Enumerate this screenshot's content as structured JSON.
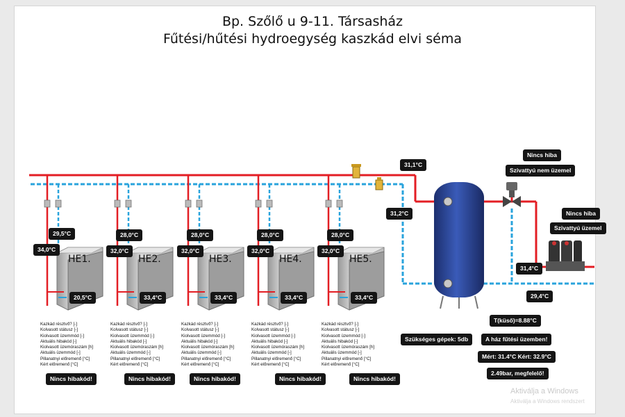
{
  "header": {
    "title_line1": "Bp. Szőlő u 9-11. Társasház",
    "title_line2": "Fűtési/hűtési hydroegység kaszkád elvi séma"
  },
  "colors": {
    "supply": "#e31e24",
    "return": "#29a3dc",
    "tag_bg": "#151515",
    "tank": "#2f4b9c"
  },
  "icons": [
    "valve-icon",
    "dirt-separator-icon",
    "three-way-valve-icon",
    "pump-icon",
    "buffer-tank-icon",
    "heat-pump-unit-icon"
  ],
  "units": [
    {
      "name": "HE1.",
      "supply_temp": "29,5°C",
      "return_temp": "34,0°C",
      "outlet_temp": "20,5°C",
      "status": "Nincs hibakód!"
    },
    {
      "name": "HE2.",
      "supply_temp": "28,0°C",
      "return_temp": "32,0°C",
      "outlet_temp": "33,4°C",
      "status": "Nincs hibakód!"
    },
    {
      "name": "HE3.",
      "supply_temp": "28,0°C",
      "return_temp": "32,0°C",
      "outlet_temp": "33,4°C",
      "status": "Nincs hibakód!"
    },
    {
      "name": "HE4.",
      "supply_temp": "28,0°C",
      "return_temp": "32,0°C",
      "outlet_temp": "33,4°C",
      "status": "Nincs hibakód!"
    },
    {
      "name": "HE5.",
      "supply_temp": "28,0°C",
      "return_temp": "32,0°C",
      "outlet_temp": "33,4°C",
      "status": "Nincs hibakód!"
    }
  ],
  "unit_fields": [
    "Kazkád résztvő? [-]",
    "Kolvasott státusz [-]",
    "Kiolvasott üzemmód [-]",
    "Aktuális hibakód [-]",
    "Kiolvasott üzemóraszám [h]",
    "Aktuális üzemmód [-]",
    "Pillanatnyi előremenő [°C]",
    "Kért előremenő [°C]"
  ],
  "tank": {
    "top_temp": "31,1°C",
    "inlet_temp": "31,2°C"
  },
  "circuit": {
    "pump1": {
      "error": "Nincs hiba",
      "state": "Szivattyú nem üzemel"
    },
    "pump2": {
      "error": "Nincs hiba",
      "state": "Szivattyú üzemel"
    },
    "flow_temp": "31,4°C",
    "return_temp": "29,4°C"
  },
  "summary": {
    "required_machines": "Szükséges gépek: 5db",
    "outdoor_temp": "T(küső)=8.88°C",
    "heating_mode": "A ház fűtési üzemben!",
    "measured_requested": "Mért: 31.4°C Kért: 32.9°C",
    "pressure": "2.49bar, megfelelő!"
  },
  "watermark": {
    "line1": "Aktiválja a Windows",
    "line2": "Aktiválja a Windows rendszert"
  }
}
